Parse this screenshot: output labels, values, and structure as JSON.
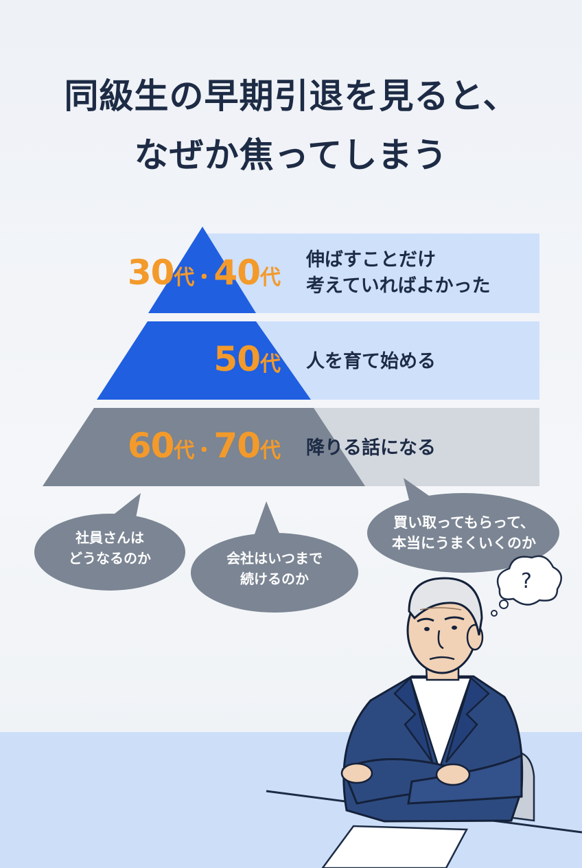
{
  "title": {
    "line1": "同級生の早期引退を見ると、",
    "line2": "なぜか焦ってしまう"
  },
  "pyramid": {
    "tiers": [
      {
        "age": "30",
        "unit1": "代",
        "sep": "・",
        "age2": "40",
        "unit2": "代",
        "desc_line1": "伸ばすことだけ",
        "desc_line2": "考えていればよかった"
      },
      {
        "age": "50",
        "unit1": "代",
        "desc_line1": "人を育て始める"
      },
      {
        "age": "60",
        "unit1": "代",
        "sep": "・",
        "age2": "70",
        "unit2": "代",
        "desc_line1": "降りる話になる"
      }
    ]
  },
  "bubbles": [
    {
      "line1": "社員さんは",
      "line2": "どうなるのか"
    },
    {
      "line1": "会社はいつまで",
      "line2": "続けるのか"
    },
    {
      "line1": "買い取ってもらって、",
      "line2": "本当にうまくいくのか"
    }
  ],
  "thought": {
    "symbol": "?"
  },
  "colors": {
    "pyramid_blue": "#1f5fe0",
    "pyramid_gray": "#7b8593",
    "accent_orange": "#f39a2b",
    "title_navy": "#1d2b45",
    "band_blue": "#cfe0fb",
    "band_gray": "#d3d8df",
    "bubble_gray": "#7b8593",
    "floor_blue": "#cddff8",
    "jacket_navy": "#2d4a80"
  },
  "illustration": {
    "subject": "older-businessman-arms-crossed-icon"
  }
}
